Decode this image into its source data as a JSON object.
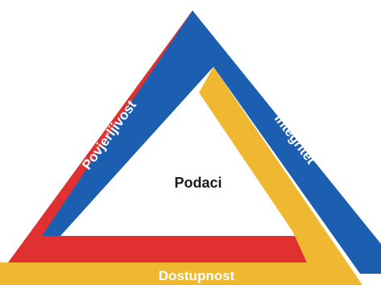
{
  "diagram": {
    "center_label": "Podaci",
    "sides": [
      {
        "label": "Povjerljivost",
        "color": "#e03030"
      },
      {
        "label": "Integritet",
        "color": "#1c5fb0"
      },
      {
        "label": "Dostupnost",
        "color": "#f0b830"
      }
    ]
  }
}
